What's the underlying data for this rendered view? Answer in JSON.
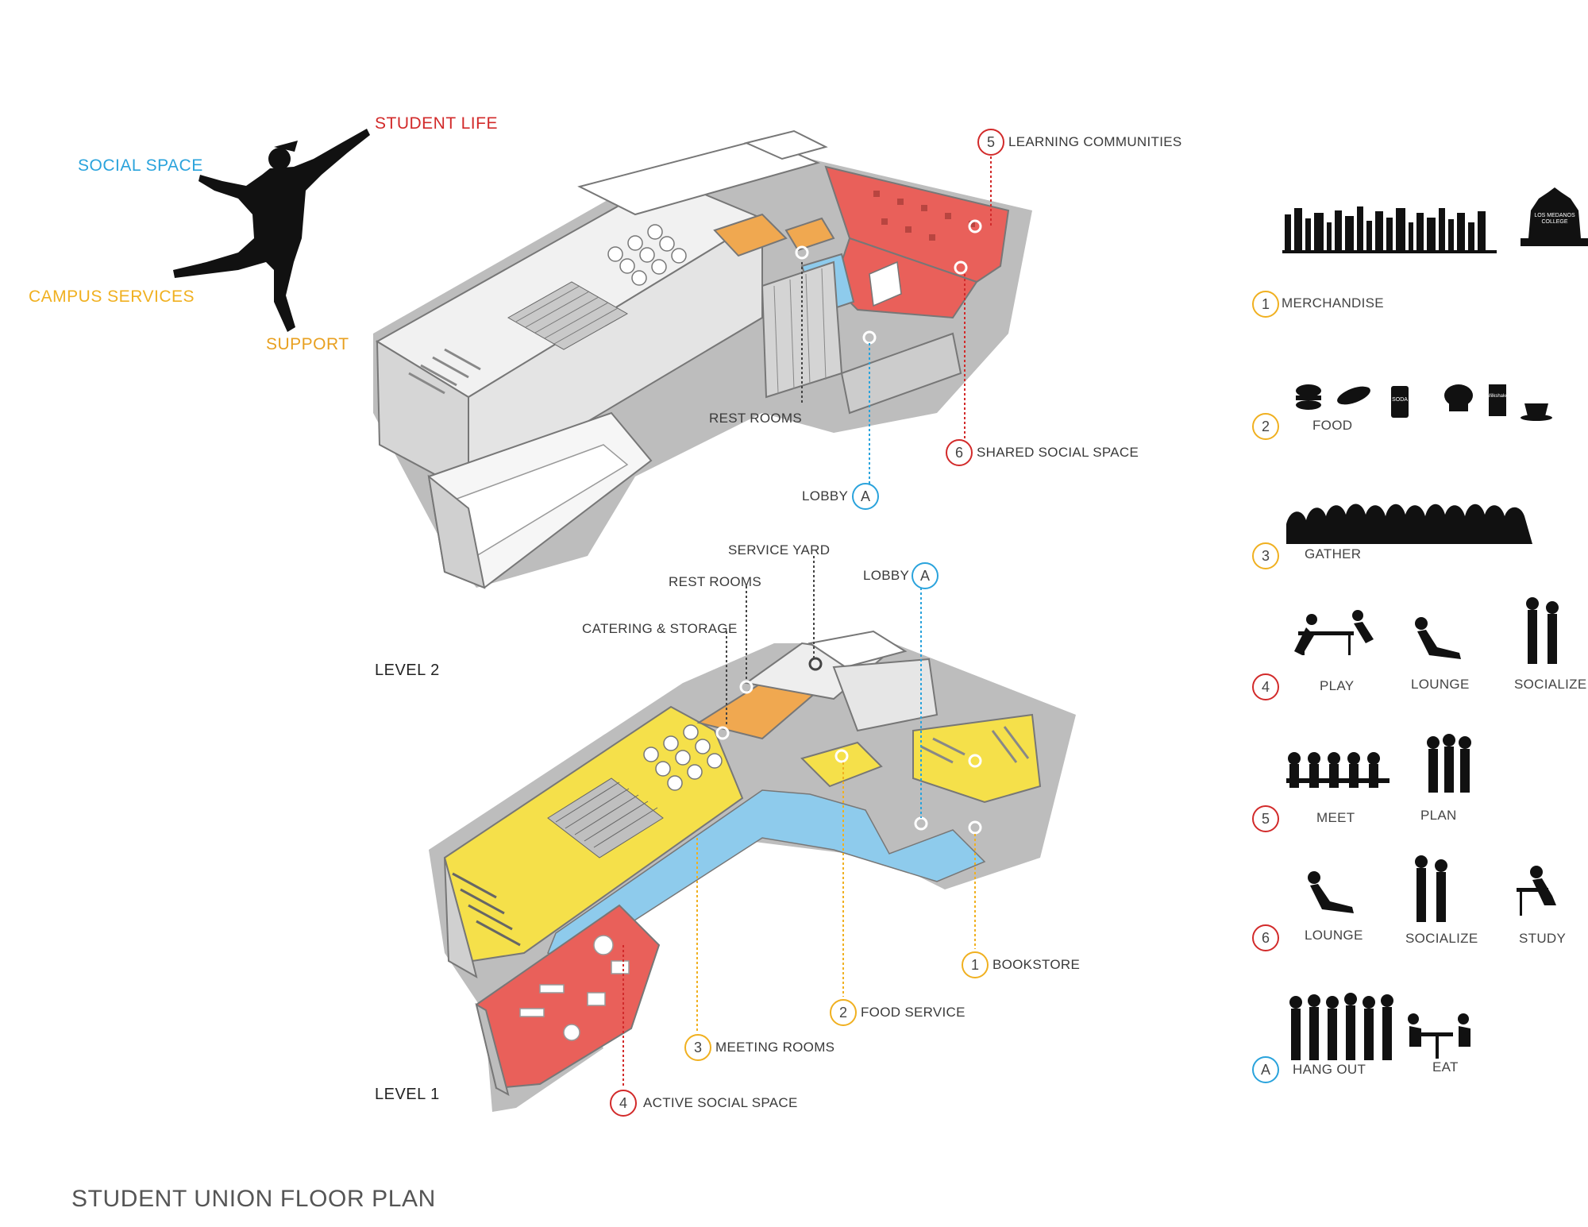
{
  "title": "STUDENT UNION FLOOR PLAN",
  "levels": {
    "level2": "LEVEL 2",
    "level1": "LEVEL 1"
  },
  "key": {
    "student_life": "STUDENT LIFE",
    "social_space": "SOCIAL SPACE",
    "campus_services": "CAMPUS SERVICES",
    "support": "SUPPORT"
  },
  "colors": {
    "student_life": "#d22a2a",
    "social_space": "#2aa3dc",
    "campus_services": "#f0c419",
    "support": "#e8a020",
    "floor_red": "#e9605a",
    "floor_yellow": "#f5e04a",
    "floor_blue": "#8ecbec",
    "floor_orange": "#f0a850"
  },
  "level2_callouts": {
    "learning_num": "5",
    "learning": "LEARNING COMMUNITIES",
    "rest_rooms": "REST ROOMS",
    "shared_num": "6",
    "shared": "SHARED SOCIAL SPACE",
    "lobby": "LOBBY",
    "lobby_num": "A"
  },
  "level1_callouts": {
    "service_yard": "SERVICE YARD",
    "rest_rooms": "REST ROOMS",
    "catering": "CATERING & STORAGE",
    "lobby": "LOBBY",
    "lobby_num": "A",
    "bookstore_num": "1",
    "bookstore": "BOOKSTORE",
    "food_num": "2",
    "food": "FOOD SERVICE",
    "meeting_num": "3",
    "meeting": "MEETING ROOMS",
    "active_num": "4",
    "active": "ACTIVE SOCIAL SPACE"
  },
  "activities": {
    "r1": {
      "num": "1",
      "label": "MERCHANDISE",
      "hoodie_text": "LOS MEDANOS COLLEGE"
    },
    "r2": {
      "num": "2",
      "label": "FOOD",
      "soda": "SODA",
      "cup": "Milkshake"
    },
    "r3": {
      "num": "3",
      "label": "GATHER"
    },
    "r4": {
      "num": "4",
      "a": "PLAY",
      "b": "LOUNGE",
      "c": "SOCIALIZE"
    },
    "r5": {
      "num": "5",
      "a": "MEET",
      "b": "PLAN"
    },
    "r6": {
      "num": "6",
      "a": "LOUNGE",
      "b": "SOCIALIZE",
      "c": "STUDY"
    },
    "r7": {
      "num": "A",
      "a": "HANG OUT",
      "b": "EAT"
    }
  }
}
